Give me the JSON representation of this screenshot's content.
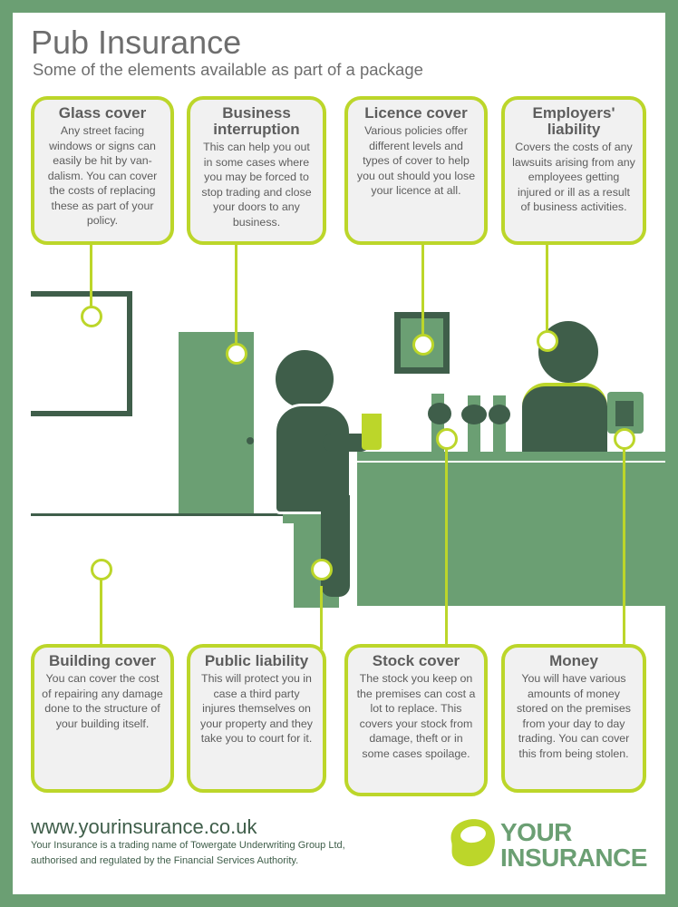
{
  "header": {
    "title": "Pub Insurance",
    "subtitle": "Some of the elements available as part of a package"
  },
  "cards": {
    "glass": {
      "title": "Glass cover",
      "text": "Any street facing windows or signs can easily be hit by van-dalism. You can cover the costs of  replacing these as part of your policy."
    },
    "business": {
      "title": "Business interruption",
      "text": "This can help you out in some cases where you may be forced to stop trading and close your doors to any business."
    },
    "licence": {
      "title": "Licence cover",
      "text": "Various policies offer different levels and types of cover to help you out should you lose your licence at all."
    },
    "employers": {
      "title": "Employers' liability",
      "text": "Covers the costs of any lawsuits arising from any employees getting injured or ill as a result of business activities."
    },
    "building": {
      "title": "Building cover",
      "text": "You can cover the cost of repairing any damage done to the structure of your building itself."
    },
    "public": {
      "title": "Public liability",
      "text": "This will protect you in case a third party injures themselves on your property and they take you to court for it."
    },
    "stock": {
      "title": "Stock cover",
      "text": "The stock you keep on the premises can cost a lot to replace. This covers your stock from damage, theft or in some cases spoilage."
    },
    "money": {
      "title": "Money",
      "text": "You will have various amounts of money stored on the premises from your day to day trading. You can cover this from being stolen."
    }
  },
  "footer": {
    "url": "www.yourinsurance.co.uk",
    "legal": "Your Insurance is a trading name of Towergate Underwriting Group Ltd, authorised and regulated by the Financial Services Authority.",
    "brand_line1": "YOUR",
    "brand_line2": "INSURANCE"
  },
  "colors": {
    "background": "#6b9f73",
    "accent": "#bcd62a",
    "dark_green": "#3f5e4a",
    "text_grey": "#5d5d5d"
  }
}
